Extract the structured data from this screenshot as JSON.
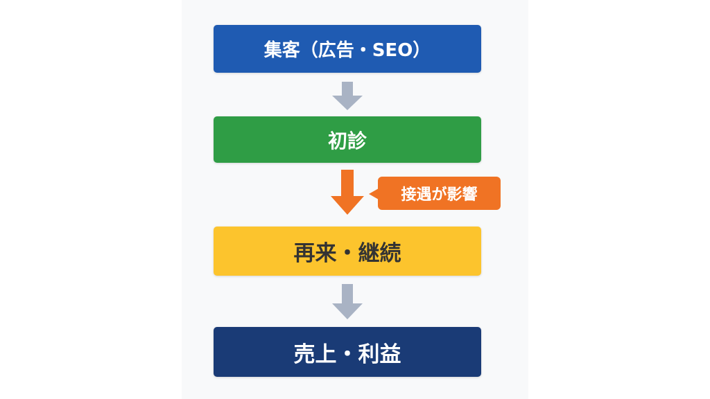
{
  "steps": [
    {
      "label": "集客（広告・SEO）",
      "color": "#1f5bb2"
    },
    {
      "label": "初診",
      "color": "#2f9d45"
    },
    {
      "label": "再来・継続",
      "color": "#fcc42d"
    },
    {
      "label": "売上・利益",
      "color": "#1a3b76"
    }
  ],
  "callout": {
    "label": "接遇が影響",
    "color": "#f07324"
  }
}
